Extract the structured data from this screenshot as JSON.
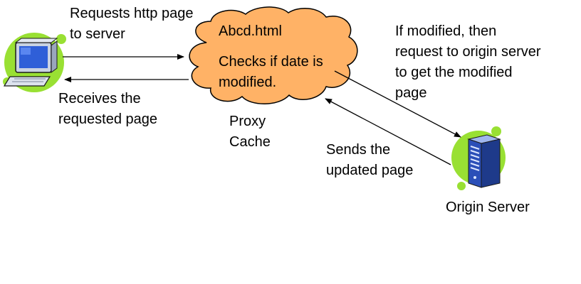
{
  "diagram": {
    "cloud": {
      "filename": "Abcd.html",
      "check_line1": "Checks if date is",
      "check_line2": "modified.",
      "fill": "#FFB266"
    },
    "client": {
      "request_line1": "Requests http page",
      "request_line2": "to server",
      "receive_line1": "Receives the",
      "receive_line2": "requested page"
    },
    "proxy": {
      "label_line1": "Proxy",
      "label_line2": "Cache"
    },
    "origin": {
      "modified_line1": "If modified, then",
      "modified_line2": "request to origin server",
      "modified_line3": "to get the modified",
      "modified_line4": "page",
      "sends_line1": "Sends the",
      "sends_line2": "updated page",
      "server_label": "Origin Server"
    },
    "icons": [
      "computer-icon",
      "server-icon"
    ],
    "colors": {
      "icon_background": "#99E033",
      "monitor_screen": "#2F5FD8",
      "server_body": "#2B4FB8"
    }
  }
}
